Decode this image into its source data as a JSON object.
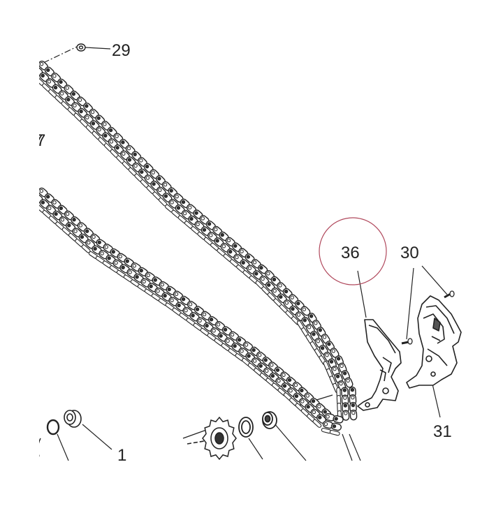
{
  "callouts": {
    "c29": "29",
    "c7": "7",
    "c36": "36",
    "c30": "30",
    "c31": "31",
    "c1": "1"
  },
  "colors": {
    "ink": "#222222",
    "highlight_ring": "#b0485c"
  }
}
